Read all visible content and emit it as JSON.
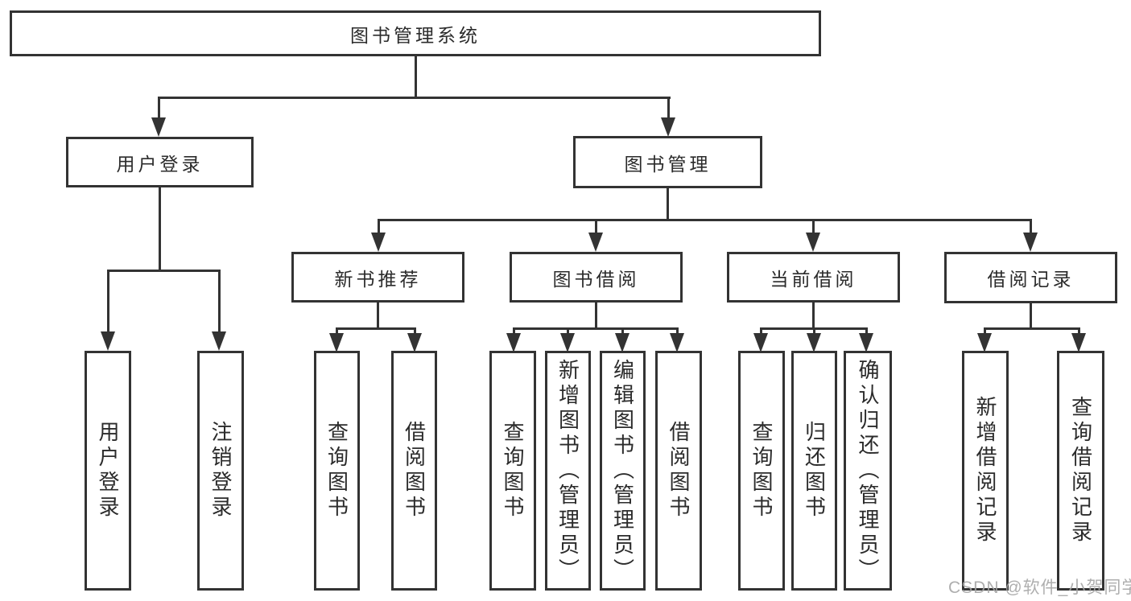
{
  "tree": {
    "label": "图书管理系统",
    "children": [
      {
        "label": "用户登录",
        "children": [
          {
            "label": "用户登录"
          },
          {
            "label": "注销登录"
          }
        ]
      },
      {
        "label": "图书管理",
        "children": [
          {
            "label": "新书推荐",
            "children": [
              {
                "label": "查询图书"
              },
              {
                "label": "借阅图书"
              }
            ]
          },
          {
            "label": "图书借阅",
            "children": [
              {
                "label": "查询图书"
              },
              {
                "label": "新增图书（管理员）"
              },
              {
                "label": "编辑图书（管理员）"
              },
              {
                "label": "借阅图书"
              }
            ]
          },
          {
            "label": "当前借阅",
            "children": [
              {
                "label": "查询图书"
              },
              {
                "label": "归还图书"
              },
              {
                "label": "确认归还（管理员）"
              }
            ]
          },
          {
            "label": "借阅记录",
            "children": [
              {
                "label": "新增借阅记录"
              },
              {
                "label": "查询借阅记录"
              }
            ]
          }
        ]
      }
    ]
  },
  "watermark": "CSDN @软件_小贺同学",
  "colors": {
    "line": "#333333",
    "text": "#2b2b2b",
    "background": "#ffffff",
    "watermark": "#a6a6a6"
  }
}
